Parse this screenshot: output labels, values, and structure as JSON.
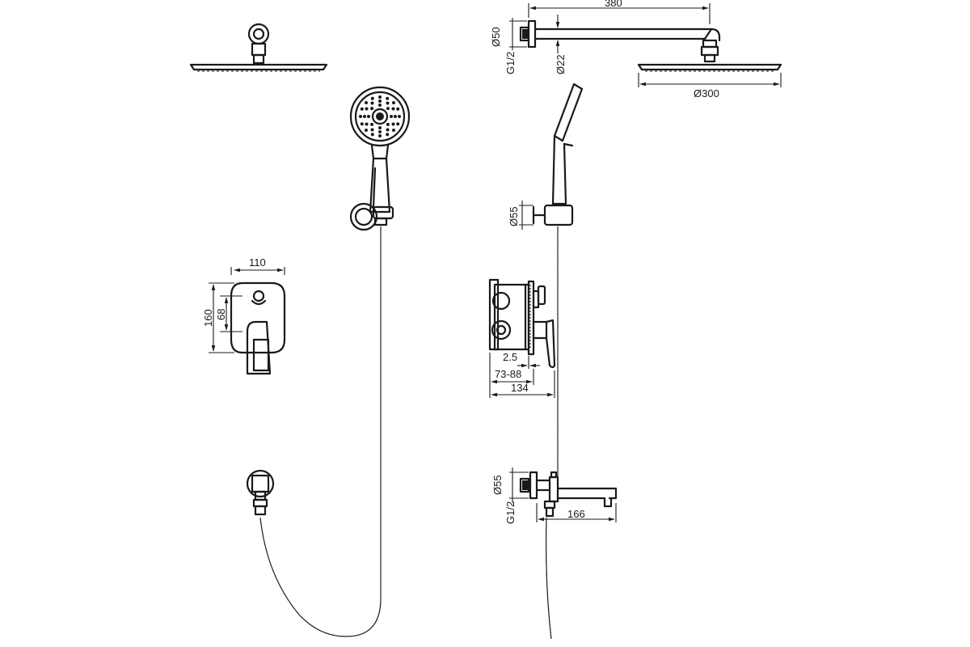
{
  "dimensions": {
    "arm_length": "380",
    "wall_flange_dia": "Ø50",
    "thread_top": "G1/2",
    "arm_dia": "Ø22",
    "rain_head_dia": "Ø300",
    "holder_dia": "Ø55",
    "panel_width": "110",
    "panel_height": "160",
    "panel_inner": "68",
    "box_offset": "2.5",
    "box_depth_range": "73-88",
    "box_total": "134",
    "spout_flange_dia": "Ø55",
    "thread_bottom": "G1/2",
    "spout_length": "166"
  }
}
